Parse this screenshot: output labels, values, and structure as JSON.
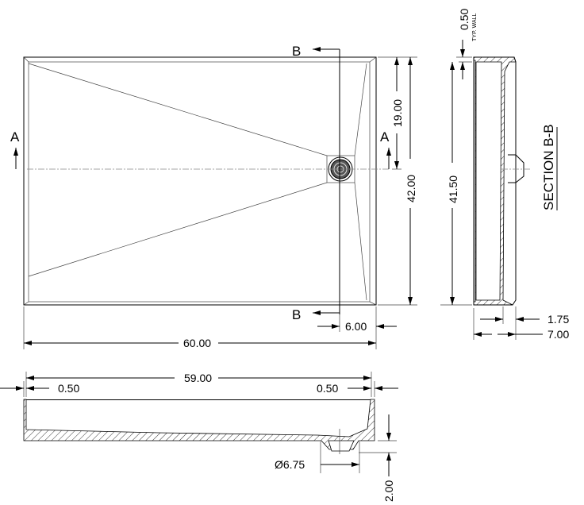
{
  "plan_view": {
    "section_marks": {
      "b_top": "B",
      "b_bottom": "B",
      "a_left": "A",
      "a_right": "A"
    },
    "dims": {
      "overall_width": "60.00",
      "overall_depth": "42.00",
      "drain_offset_y": "19.00",
      "drain_offset_x": "6.00"
    }
  },
  "section_bb": {
    "title": "SECTION B-B",
    "dims": {
      "wall": "0.50",
      "wall_note": "TYP. WALL",
      "inner_depth": "41.50",
      "rim": "1.75",
      "height": "7.00"
    }
  },
  "section_aa": {
    "dims": {
      "inner_width": "59.00",
      "left_wall": "0.50",
      "right_wall": "0.50",
      "drain_dia": "Ø6.75",
      "drain_drop": "2.00"
    }
  },
  "colors": {
    "line": "#000000",
    "centerline": "#888888"
  }
}
